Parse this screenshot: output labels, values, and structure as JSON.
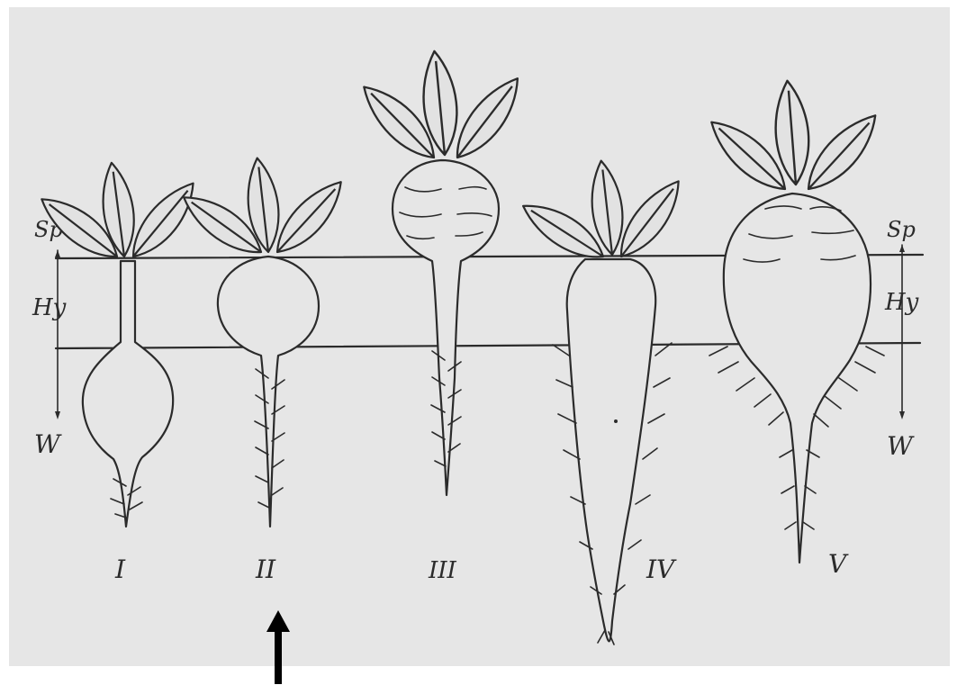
{
  "diagram": {
    "left_scale": {
      "top": "Sp",
      "middle": "Hy",
      "bottom": "W"
    },
    "right_scale": {
      "top": "Sp",
      "middle": "Hy",
      "bottom": "W"
    },
    "plant_labels": [
      "I",
      "II",
      "III",
      "IV",
      "V"
    ]
  },
  "colors": {
    "background": "#e6e6e6",
    "ink": "#2b2b2b",
    "arrow": "#000000"
  },
  "annotations": {
    "pointer": "arrow pointing up at plant II"
  }
}
